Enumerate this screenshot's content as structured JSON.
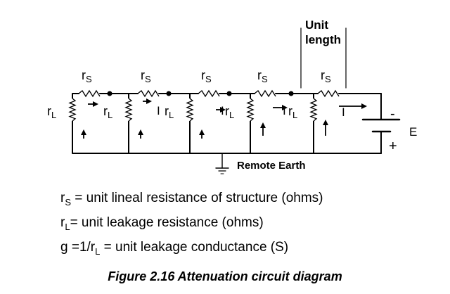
{
  "diagram": {
    "header_line1": "Unit",
    "header_line2": "length",
    "series_resistor_label": "r",
    "series_resistor_sub": "S",
    "leakage_resistor_label": "r",
    "leakage_resistor_sub": "L",
    "current_label": "I",
    "ground_label": "Remote Earth",
    "battery_label": "E",
    "battery_minus": "-",
    "battery_plus": "+"
  },
  "legend": [
    {
      "sym": "r",
      "sub": "S",
      "text": " = unit lineal resistance of structure (ohms)"
    },
    {
      "sym": "r",
      "sub": "L",
      "text": "= unit leakage resistance (ohms)"
    },
    {
      "sym": "g =1/r",
      "sub": "L",
      "text": " = unit leakage conductance (S)"
    }
  ],
  "caption": "Figure 2.16 Attenuation circuit diagram"
}
